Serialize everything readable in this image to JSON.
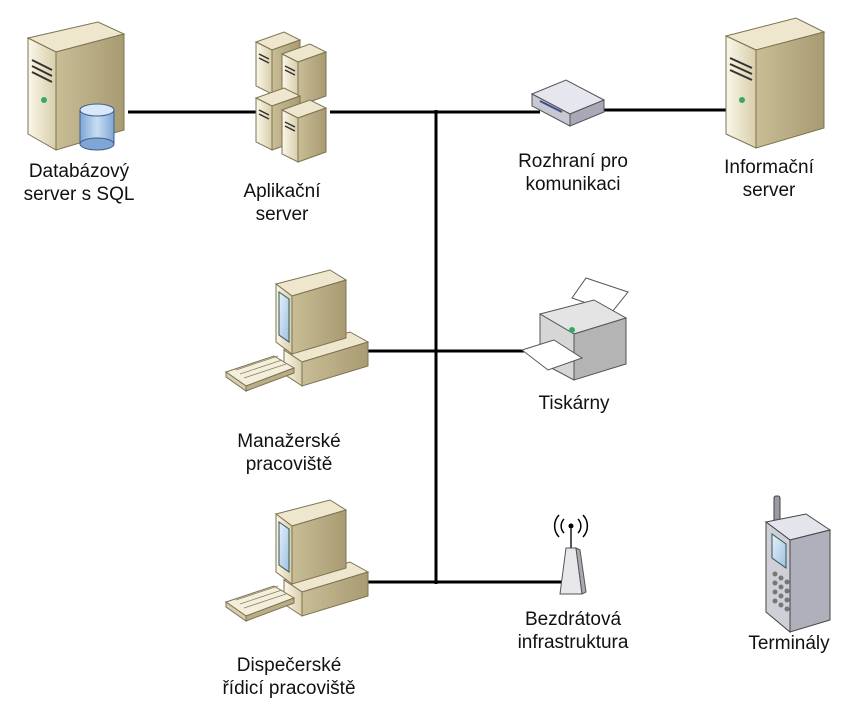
{
  "nodes": {
    "db_server": {
      "line1": "Databázový",
      "line2": "server s SQL"
    },
    "app_server": {
      "line1": "Aplikační",
      "line2": "server"
    },
    "comm_interface": {
      "line1": "Rozhraní pro",
      "line2": "komunikaci"
    },
    "info_server": {
      "line1": "Informační",
      "line2": "server"
    },
    "manager_workstation": {
      "line1": "Manažerské",
      "line2": "pracoviště"
    },
    "printers": {
      "line1": "Tiskárny"
    },
    "dispatch_workstation": {
      "line1": "Dispečerské",
      "line2": "řídicí pracoviště"
    },
    "wireless": {
      "line1": "Bezdrátová",
      "line2": "infrastruktura"
    },
    "terminals": {
      "line1": "Terminály"
    }
  },
  "colors": {
    "line": "#000000",
    "case_light": "#f1ead4",
    "case_mid": "#d9cfae",
    "case_dark": "#b9ad86",
    "screen": "#cfe3f3",
    "db_cylinder": "#a9c7e8"
  }
}
